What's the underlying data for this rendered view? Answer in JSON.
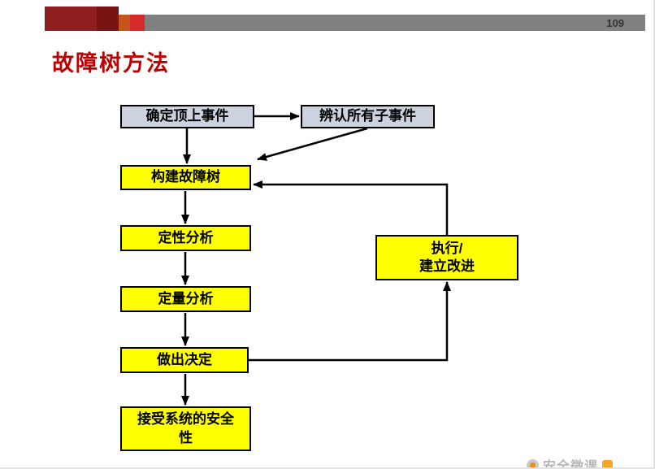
{
  "slide": {
    "page_number": "109",
    "title": "故障树方法"
  },
  "flowchart": {
    "nodes": {
      "top_event": {
        "label": "确定顶上事件"
      },
      "sub_events": {
        "label": "辨认所有子事件"
      },
      "build_tree": {
        "label": "构建故障树"
      },
      "qualitative": {
        "label": "定性分析"
      },
      "quantitative": {
        "label": "定量分析"
      },
      "decision": {
        "label": "做出决定"
      },
      "accept": {
        "label": "接受系统的安全\n性"
      },
      "improve": {
        "label": "执行/\n建立改进"
      }
    }
  },
  "colors": {
    "title_red": "#c00000",
    "node_yellow": "#ffff00",
    "node_blue": "#ccd3df",
    "header_gray": "#808080",
    "accent_maroon": "#8f1f1f",
    "accent_orange": "#c4561c",
    "accent_red": "#d62a2a"
  },
  "watermark": {
    "text": "安全微课"
  }
}
